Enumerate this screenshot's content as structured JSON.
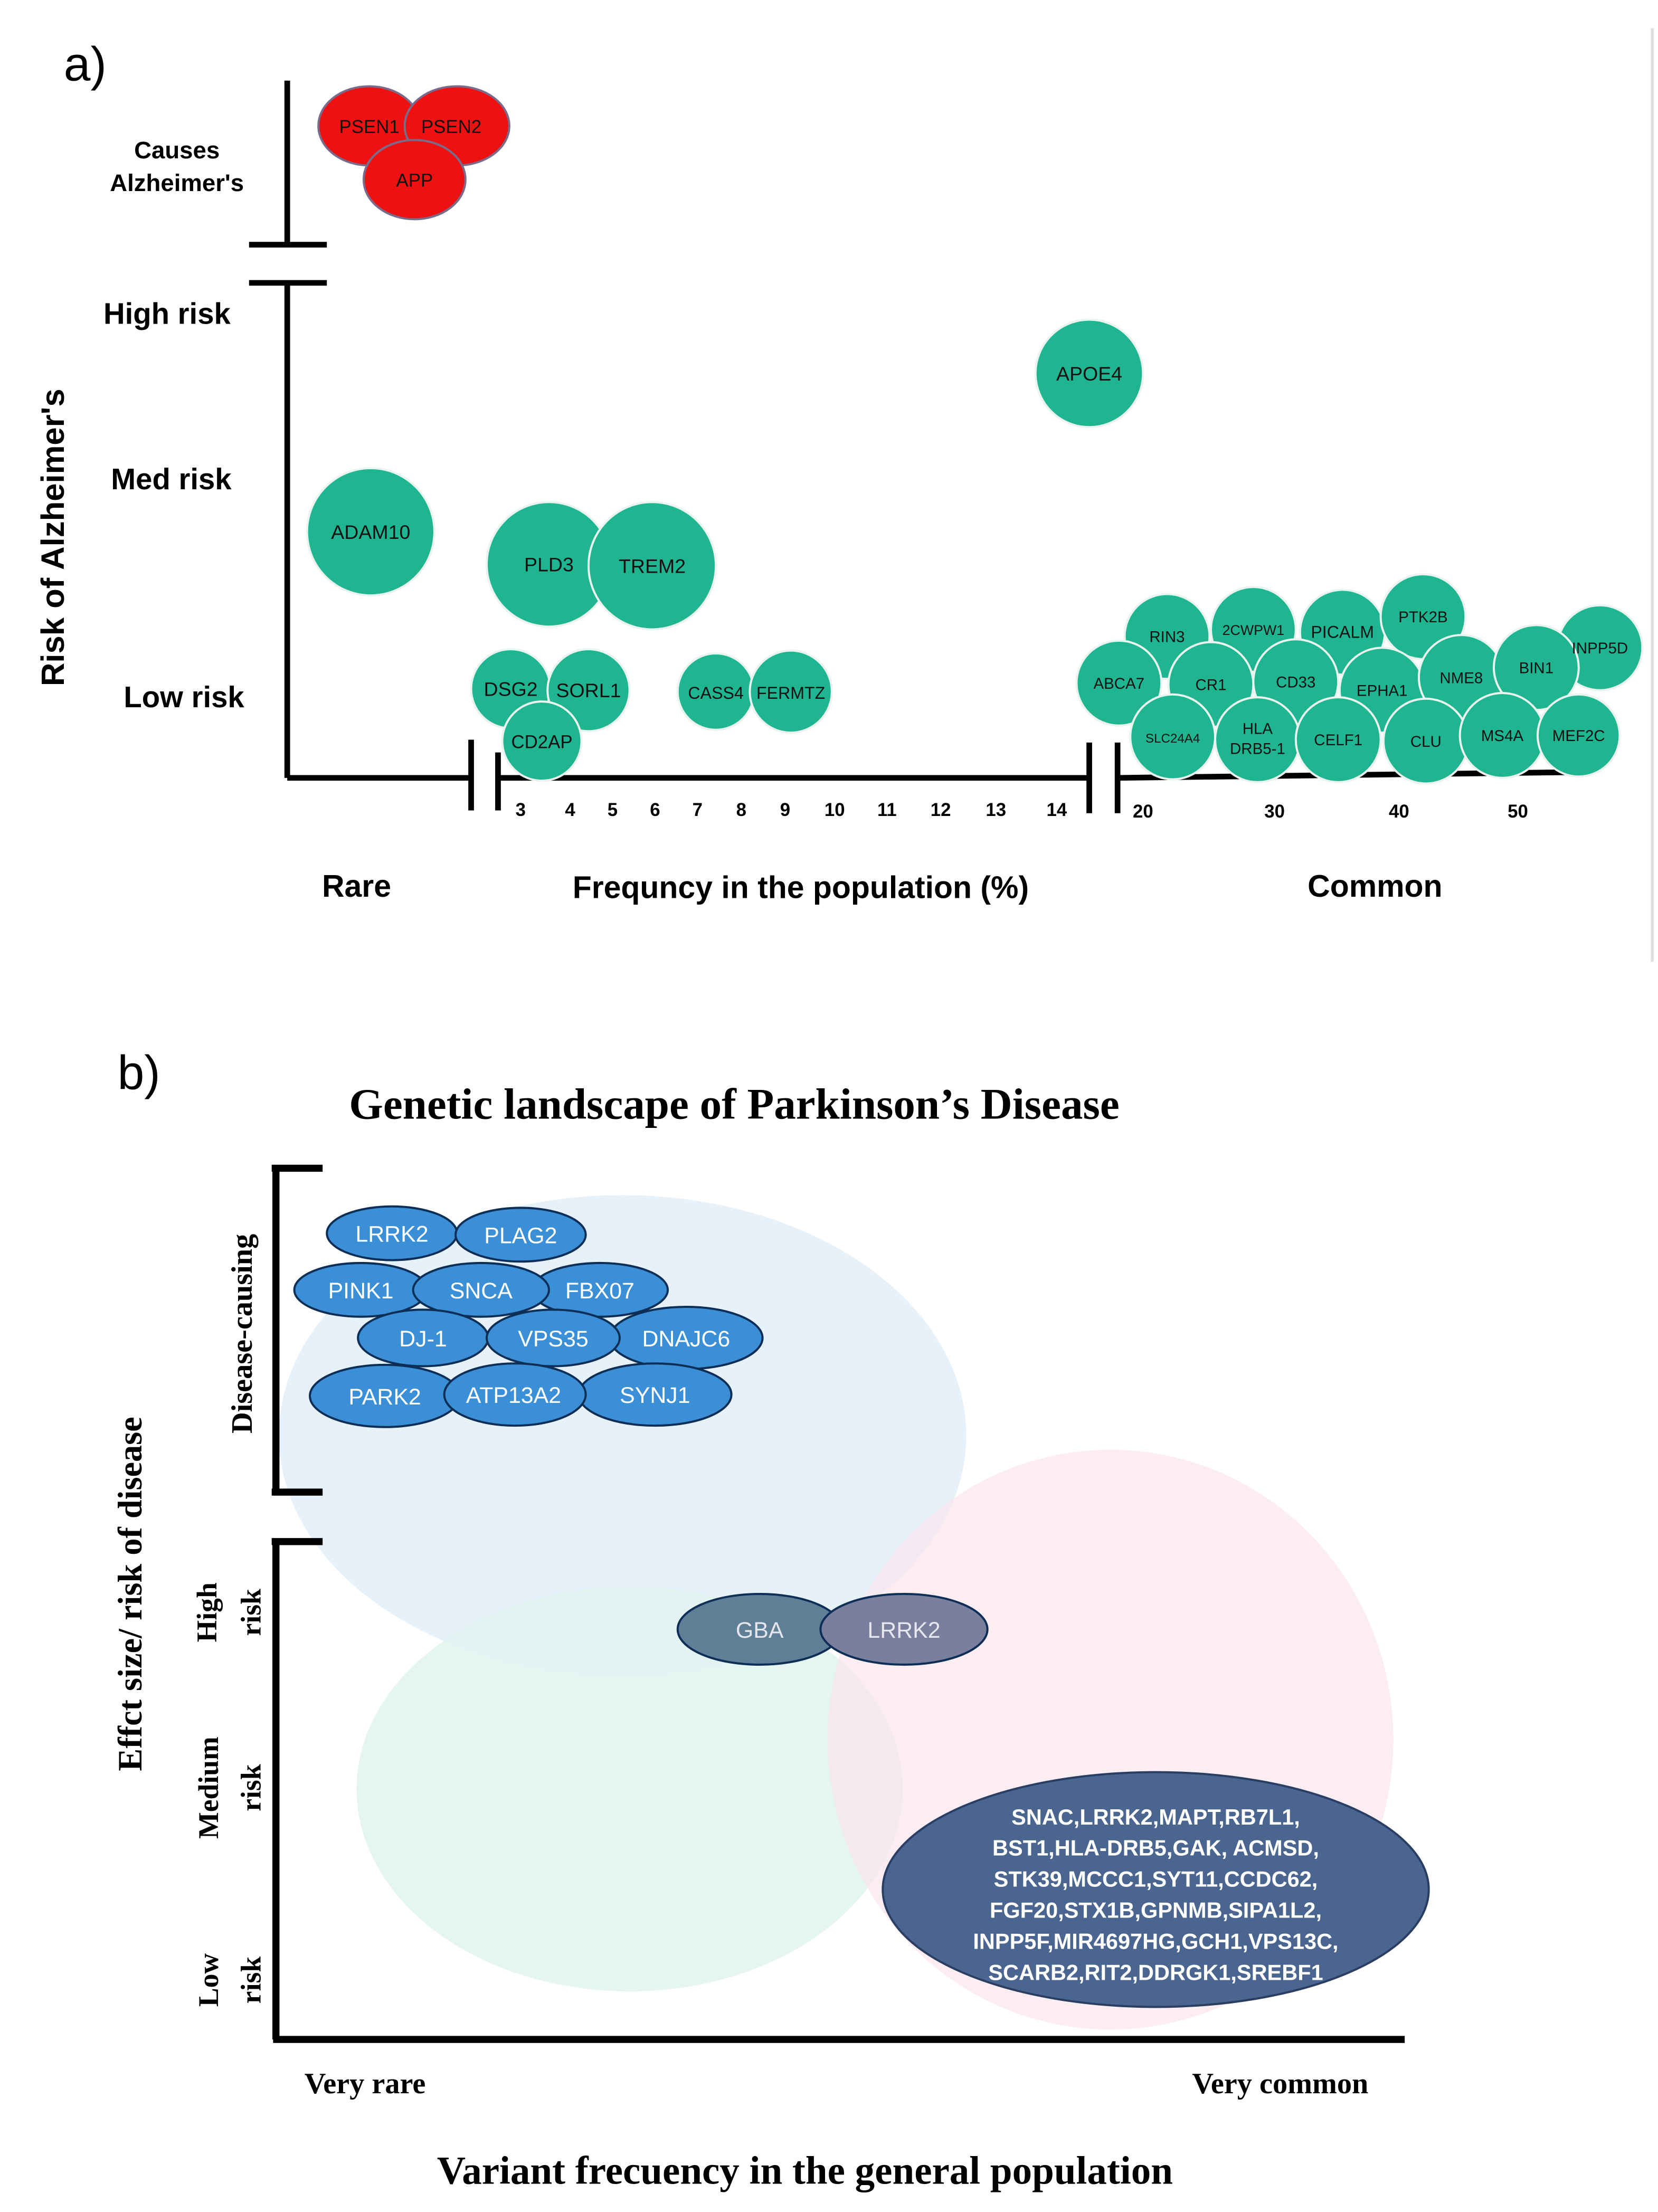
{
  "panel_a": {
    "label": "a)",
    "y_axis_title": "Risk of Alzheimer's",
    "y_levels": {
      "causes_line1": "Causes",
      "causes_line2": "Alzheimer's",
      "high": "High risk",
      "med": "Med risk",
      "low": "Low risk"
    },
    "x_ticks": [
      "3",
      "4",
      "5",
      "6",
      "7",
      "8",
      "9",
      "10",
      "11",
      "12",
      "13",
      "14",
      "20",
      "30",
      "40",
      "50"
    ],
    "x_labels": {
      "rare": "Rare",
      "middle": "Frequncy in the population (%)",
      "common": "Common"
    },
    "colors": {
      "causal": "#ee1111",
      "risk": "#1eb590",
      "stroke": "#7b6b8a",
      "axis": "#000000"
    },
    "genes": {
      "psen1": "PSEN1",
      "psen2": "PSEN2",
      "app": "APP",
      "apoe4": "APOE4",
      "adam10": "ADAM10",
      "pld3": "PLD3",
      "trem2": "TREM2",
      "dsg2": "DSG2",
      "sorl1": "SORL1",
      "cd2ap": "CD2AP",
      "cass4": "CASS4",
      "fermtz": "FERMTZ",
      "rin3": "RIN3",
      "cwpw1": "2CWPW1",
      "picalm": "PICALM",
      "ptk2b": "PTK2B",
      "inpp5d": "INPP5D",
      "abca7": "ABCA7",
      "cr1": "CR1",
      "cd33": "CD33",
      "epha1": "EPHA1",
      "nme8": "NME8",
      "bin1": "BIN1",
      "slc24a4": "SLC24A4",
      "hla1": "HLA",
      "hla2": "DRB5-1",
      "celf1": "CELF1",
      "clu": "CLU",
      "ms4a": "MS4A",
      "mef2c": "MEF2C"
    }
  },
  "panel_b": {
    "label": "b)",
    "title": "Genetic landscape of Parkinson’s Disease",
    "y_axis_title": "Effct size/ risk of disease",
    "y_levels": {
      "disease_causing": "Disease-causing",
      "high1": "High",
      "high2": "risk",
      "medium1": "Medium",
      "medium2": "risk",
      "low1": "Low",
      "low2": "risk"
    },
    "x_labels": {
      "left": "Very rare",
      "right": "Very common"
    },
    "x_axis_title": "Variant frecuency in the general population",
    "colors": {
      "causal": "#3a8fd6",
      "gba": "#5f7f96",
      "lrrk2_risk": "#7b7f9e",
      "common": "#4a6590",
      "bg_blue": "#e3eff9",
      "bg_teal": "#e1f3ef",
      "bg_pink": "#fbe6ec"
    },
    "genes": {
      "lrrk2": "LRRK2",
      "plag2": "PLAG2",
      "pink1": "PINK1",
      "snca": "SNCA",
      "fbx07": "FBX07",
      "dj1": "DJ-1",
      "vps35": "VPS35",
      "dnajc6": "DNAJC6",
      "park2": "PARK2",
      "atp13a2": "ATP13A2",
      "synj1": "SYNJ1",
      "gba": "GBA",
      "lrrk2_risk": "LRRK2"
    },
    "common_variants": [
      "SNAC,LRRK2,MAPT,RB7L1,",
      "BST1,HLA-DRB5,GAK, ACMSD,",
      "STK39,MCCC1,SYT11,CCDC62,",
      "FGF20,STX1B,GPNMB,SIPA1L2,",
      "INPP5F,MIR4697HG,GCH1,VPS13C,",
      "SCARB2,RIT2,DDRGK1,SREBF1"
    ]
  }
}
